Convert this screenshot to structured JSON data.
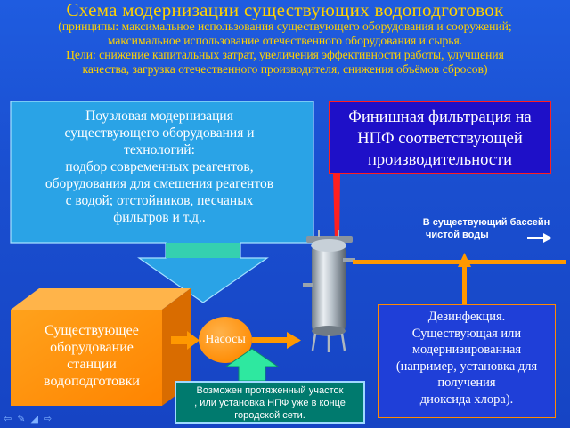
{
  "header": {
    "title": "Схема модернизации существующих водоподготовок",
    "subtitle_lines": [
      "(принципы: максимальное использования существующего оборудования и сооружений;",
      "максимальное использование отечественного оборудования и сырья.",
      "Цели: снижение капитальных затрат, увеличения эффективности работы, улучшения",
      "качества, загрузка отечественного производителя, снижения объёмов сбросов)"
    ]
  },
  "callout": {
    "lines": [
      "Поузловая модернизация",
      "существующего оборудования и",
      "технологий:",
      "подбор современных реагентов,",
      "оборудования для смешения реагентов",
      "с водой; отстойников,  песчаных",
      "фильтров  и т.д.."
    ]
  },
  "finish_filtration": {
    "lines": [
      "Финишная фильтрация на",
      "НПФ соответствующей",
      "производительности"
    ]
  },
  "output_arrow": {
    "lines": [
      "В существующий бассейн",
      "чистой воды"
    ]
  },
  "existing_equipment": {
    "lines": [
      "Существующее",
      "оборудование",
      "станции",
      "водоподготовки"
    ]
  },
  "pumps": {
    "label": "Насосы"
  },
  "disinfection": {
    "lines": [
      "Дезинфекция.",
      "Существующая или",
      "модернизированная",
      "(например, установка для",
      "получения",
      "диоксида хлора)."
    ]
  },
  "note": {
    "lines": [
      "Возможен протяженный участок",
      ", или установка НПФ уже в конце",
      "городской сети."
    ]
  },
  "navigation": {
    "icons": [
      "back-arrow-icon",
      "pen-icon",
      "pointer-icon",
      "forward-arrow-icon"
    ],
    "glyphs": [
      "⇦",
      "✎",
      "◢",
      "⇨"
    ]
  },
  "colors": {
    "background": "#1c4fd4",
    "title": "#ffd200",
    "callout_fill": "#2aa3e6",
    "box_orange": "#ff8c00",
    "pipe_orange": "#ff9800",
    "finish_fill": "#1e10c8",
    "finish_border": "#ff1f1f",
    "note_fill": "#007a6e",
    "highlight_green": "#2ee8a0"
  }
}
